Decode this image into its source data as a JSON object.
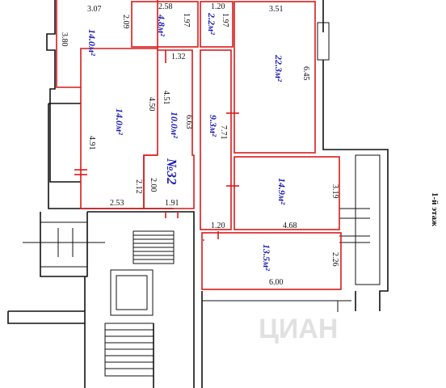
{
  "plan": {
    "apartment_number": "№32",
    "floor_label": "1-й этаж",
    "watermark": "ЦИАН",
    "colors": {
      "room_outline": "#d81a1a",
      "walls": "#111111",
      "labels": "#1d1db3"
    },
    "rooms": [
      {
        "id": "r1",
        "area": "14.0м²"
      },
      {
        "id": "r2",
        "area": "4.8м²"
      },
      {
        "id": "r3",
        "area": "2.2м²"
      },
      {
        "id": "r4",
        "area": "22.3м²"
      },
      {
        "id": "r5",
        "area": "14.0м²"
      },
      {
        "id": "r6",
        "area": "10.0м²"
      },
      {
        "id": "r7",
        "area": "9.3м²"
      },
      {
        "id": "r8",
        "area": "14.9м²"
      },
      {
        "id": "r9",
        "area": "13.5м²"
      }
    ],
    "dimensions": {
      "d_307": "3.07",
      "d_258": "2.58",
      "d_120a": "1.20",
      "d_351": "3.51",
      "d_209": "2.09",
      "d_197a": "1.97",
      "d_197b": "1.97",
      "d_380": "3.80",
      "d_132": "1.32",
      "d_645": "6.45",
      "d_450": "4.50",
      "d_451": "4.51",
      "d_663": "6.63",
      "d_771": "7.71",
      "d_491": "4.91",
      "d_200": "2.00",
      "d_212": "2.12",
      "d_253": "2.53",
      "d_191": "1.91",
      "d_319": "3.19",
      "d_120b": "1.20",
      "d_468": "4.68",
      "d_226": "2.26",
      "d_600": "6.00"
    }
  }
}
